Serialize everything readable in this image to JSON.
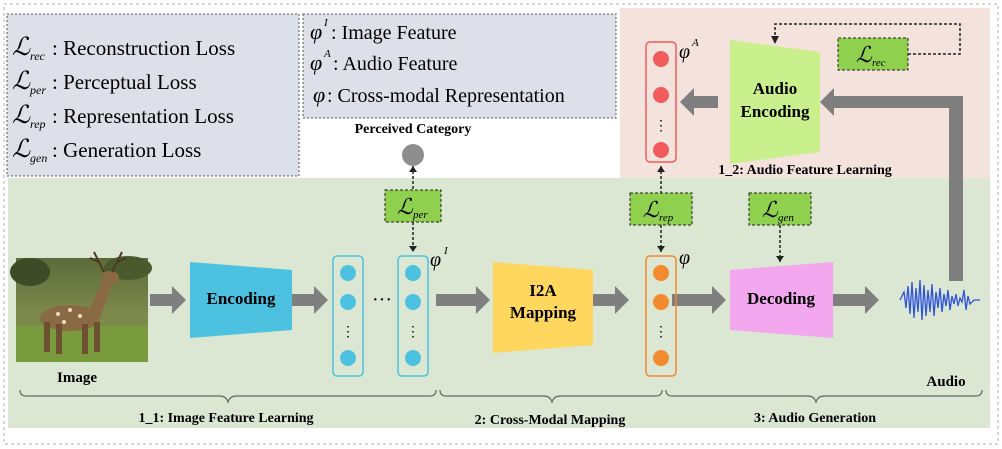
{
  "legend_losses": {
    "rec": {
      "sub": "rec",
      "text": ": Reconstruction Loss"
    },
    "per": {
      "sub": "per",
      "text": ": Perceptual Loss"
    },
    "rep": {
      "sub": "rep",
      "text": ": Representation Loss"
    },
    "gen": {
      "sub": "gen",
      "text": ": Generation Loss"
    }
  },
  "legend_features": {
    "image": {
      "sup": "I",
      "text": ":  Image Feature"
    },
    "audio": {
      "sup": "A",
      "text": ": Audio Feature"
    },
    "cross": {
      "text": ": Cross-modal Representation"
    }
  },
  "symbols": {
    "L": "ℒ",
    "phi": "φ",
    "phi_I_sup": "I",
    "phi_A_sup": "A"
  },
  "blocks": {
    "encoding": "Encoding",
    "i2a_line1": "I2A",
    "i2a_line2": "Mapping",
    "decoding": "Decoding",
    "audio_enc_line1": "Audio",
    "audio_enc_line2": "Encoding"
  },
  "labels": {
    "image": "Image",
    "audio": "Audio",
    "perceived_category": "Perceived Category",
    "ellipsis": "···",
    "vdots": "⋮"
  },
  "stages": {
    "s1_1": "1_1: Image Feature Learning",
    "s2": "2: Cross-Modal Mapping",
    "s3": "3: Audio Generation",
    "s1_2": "1_2: Audio Feature Learning"
  },
  "loss_boxes": {
    "per": "per",
    "rep": "rep",
    "gen": "gen",
    "rec": "rec"
  },
  "colors": {
    "green_panel": "#dbe7d3",
    "pink_panel": "#f4e3dc",
    "gray_panel": "#dde0e8",
    "encoding": "#4cc2e0",
    "i2a": "#ffd65e",
    "decoding": "#f3a7ef",
    "audio_enc": "#c9f08d",
    "loss_box": "#8fd14f",
    "blue_node": "#4cc2e0",
    "orange_node": "#f28a2e",
    "red_node": "#f25b5b",
    "arrow": "#7f7f7f"
  }
}
